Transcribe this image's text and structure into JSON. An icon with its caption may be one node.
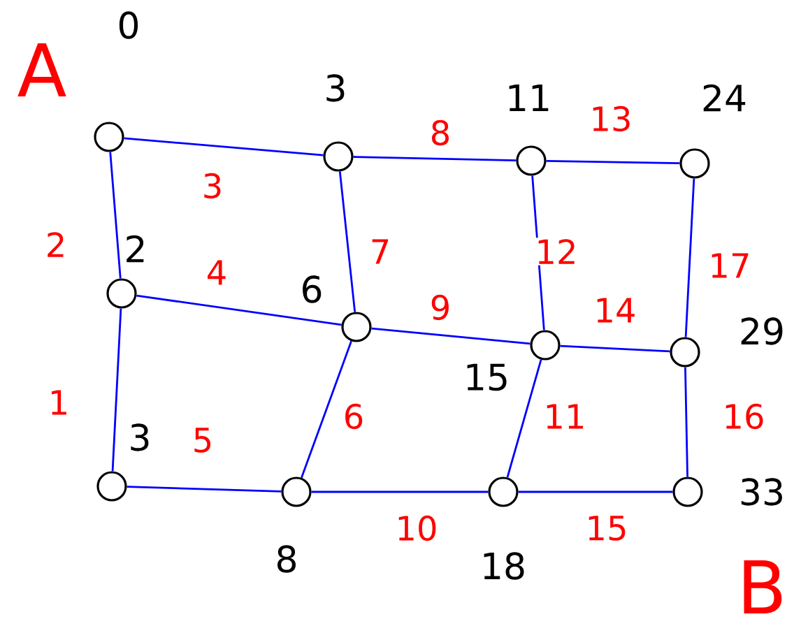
{
  "diagram": {
    "nodes": [
      {
        "text": [],
        "shape": "circle",
        "beside": [
          "0"
        ]
      },
      {
        "text": [],
        "shape": "circle",
        "beside": [
          "3"
        ]
      },
      {
        "text": [],
        "shape": "circle",
        "beside": [
          "11"
        ]
      },
      {
        "text": [],
        "shape": "circle",
        "beside": [
          "24"
        ]
      },
      {
        "text": [],
        "shape": "circle",
        "beside": [
          "2"
        ]
      },
      {
        "text": [],
        "shape": "circle",
        "beside": [
          "6"
        ]
      },
      {
        "text": [],
        "shape": "circle",
        "beside": [
          "15"
        ]
      },
      {
        "text": [],
        "shape": "circle",
        "beside": [
          "29"
        ]
      },
      {
        "text": [],
        "shape": "circle",
        "beside": [
          "3"
        ]
      },
      {
        "text": [],
        "shape": "circle",
        "beside": [
          "8"
        ]
      },
      {
        "text": [],
        "shape": "circle",
        "beside": [
          "18"
        ]
      },
      {
        "text": [],
        "shape": "circle",
        "beside": [
          "33"
        ]
      }
    ],
    "edges": [
      {
        "from": 0,
        "to": 1,
        "arrow": "none",
        "label": "3"
      },
      {
        "from": 1,
        "to": 2,
        "arrow": "none",
        "label": "8"
      },
      {
        "from": 2,
        "to": 3,
        "arrow": "none",
        "label": "13"
      },
      {
        "from": 0,
        "to": 4,
        "arrow": "none",
        "label": "2"
      },
      {
        "from": 1,
        "to": 5,
        "arrow": "none",
        "label": "7"
      },
      {
        "from": 2,
        "to": 6,
        "arrow": "none",
        "label": "12"
      },
      {
        "from": 3,
        "to": 7,
        "arrow": "none",
        "label": "17"
      },
      {
        "from": 4,
        "to": 5,
        "arrow": "none",
        "label": "4"
      },
      {
        "from": 5,
        "to": 6,
        "arrow": "none",
        "label": "9"
      },
      {
        "from": 6,
        "to": 7,
        "arrow": "none",
        "label": "14"
      },
      {
        "from": 4,
        "to": 8,
        "arrow": "none",
        "label": "1"
      },
      {
        "from": 5,
        "to": 9,
        "arrow": "none",
        "label": "6"
      },
      {
        "from": 6,
        "to": 10,
        "arrow": "none",
        "label": "11"
      },
      {
        "from": 7,
        "to": 11,
        "arrow": "none",
        "label": "16"
      },
      {
        "from": 8,
        "to": 9,
        "arrow": "none",
        "label": "5"
      },
      {
        "from": 9,
        "to": 10,
        "arrow": "none",
        "label": "10"
      },
      {
        "from": 10,
        "to": 11,
        "arrow": "none",
        "label": "15"
      }
    ],
    "labels": [
      "A",
      "B"
    ]
  }
}
